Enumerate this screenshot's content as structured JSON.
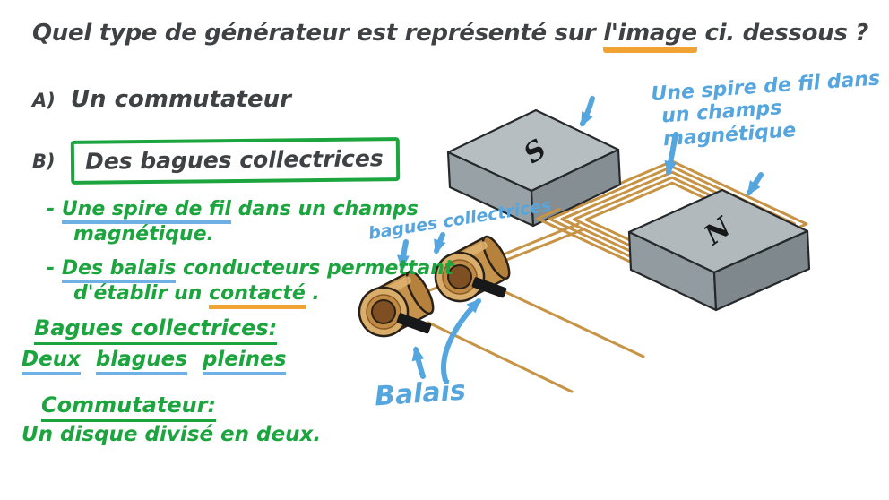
{
  "colors": {
    "green": "#1ca53e",
    "blue": "#55a5de",
    "orange": "#f0a333",
    "ink": "#3e4245",
    "coil_tan": "#c79344",
    "magnet_gray": "#b7bec1"
  },
  "question": {
    "part1": "Quel type de générateur est représenté sur ",
    "underlined": "l'image",
    "part2": " ci. dessous ?"
  },
  "options": {
    "a": {
      "label": "A)",
      "text": "Un commutateur"
    },
    "b": {
      "label": "B)",
      "text": "Des bagues collectrices"
    }
  },
  "notes": {
    "spire": {
      "dash": "-",
      "underlined": "Une spire de fil",
      "rest": " dans un champs",
      "line2": "magnétique."
    },
    "balais": {
      "dash": "-",
      "underlined": "Des balais",
      "rest": " conducteurs permettant",
      "line2_pre": "d'établir un ",
      "line2_marked": "contacté",
      "line2_post": " ."
    }
  },
  "definitions": {
    "bagues": {
      "title": "Bagues collectrices:",
      "body_words": [
        "Deux",
        "blagues",
        "pleines"
      ]
    },
    "commutateur": {
      "title": "Commutateur:",
      "body": "Un disque divisé en deux."
    }
  },
  "diagram": {
    "magnet_s": "S",
    "magnet_n": "N",
    "label_spire_line1": "Une spire de fil dans",
    "label_spire_line2": "un champs magnétique",
    "label_bagues": "bagues collectrices",
    "label_balais": "Balais"
  }
}
